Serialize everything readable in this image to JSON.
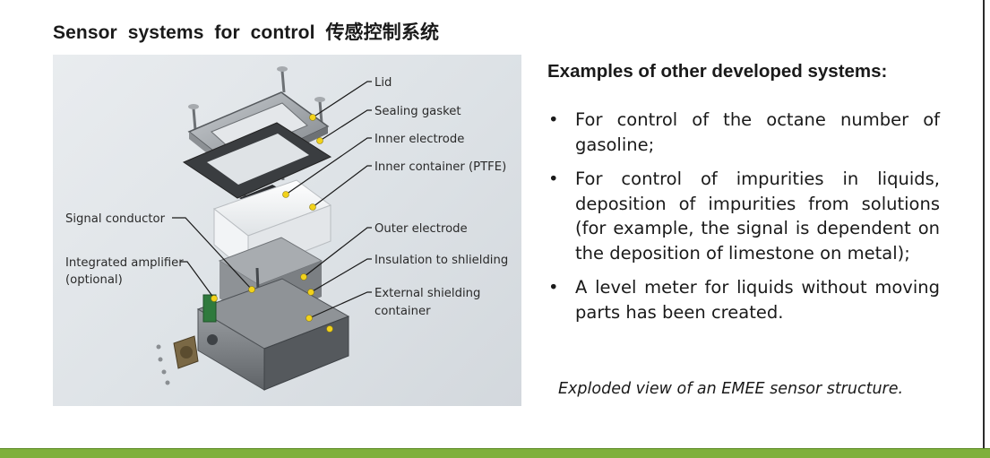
{
  "title": "Sensor  systems  for  control 传感控制系统",
  "figure": {
    "callouts": {
      "lid": "Lid",
      "sealing_gasket": "Sealing gasket",
      "inner_electrode": "Inner electrode",
      "inner_container": "Inner container (PTFE)",
      "outer_electrode": "Outer electrode",
      "insulation": "Insulation to shlielding",
      "external_shielding_line1": "External shielding",
      "external_shielding_line2": "container",
      "signal_conductor": "Signal conductor",
      "integrated_amplifier_line1": "Integrated amplifier",
      "integrated_amplifier_line2": "(optional)"
    }
  },
  "examples": {
    "heading": "Examples of other developed systems:",
    "items": [
      "For control of the octane number of gasoline;",
      "For control of impurities in liquids, deposition of impurities from solutions (for example, the signal is dependent on the deposition of limestone on metal);",
      "A level meter for liquids without moving parts has been created."
    ]
  },
  "caption": "Exploded view of an EMEE sensor structure.",
  "colors": {
    "accent_bar": "#7fb03c",
    "callout_dot": "#f2d21b"
  }
}
